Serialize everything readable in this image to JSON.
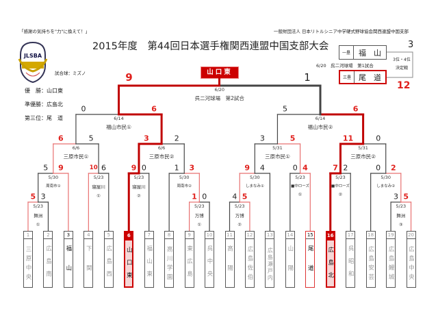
{
  "header": {
    "slogan": "「感謝の気持ちを\"力\"に換えて！」",
    "organization": "一般財団法人 日本リトルシニア中学硬式野球協会関西連盟中国支部",
    "title": "2015年度　第44回日本選手権関西連盟中国支部大会",
    "ball": "試合球：ミズノ",
    "logo_text": "JLSBA"
  },
  "results": [
    {
      "label": "優　勝",
      "value": "山口東"
    },
    {
      "label": "準優勝",
      "value": "広島北"
    },
    {
      "label": "第三位",
      "value": "尾　道"
    }
  ],
  "third_place": {
    "info": "6/20　呉二河球場　第1試合",
    "label_1": "3位・4位",
    "label_2": "決定戦",
    "teams": [
      {
        "side": "一塁",
        "name": "福　山",
        "score": "3",
        "winner": false
      },
      {
        "side": "三塁",
        "name": "尾　道",
        "score": "12",
        "winner": true
      }
    ]
  },
  "champion": "山口東",
  "teams": [
    {
      "num": "1",
      "name": "三原中央"
    },
    {
      "num": "2",
      "name": "広島南"
    },
    {
      "num": "3",
      "name": "福山"
    },
    {
      "num": "4",
      "name": "下関"
    },
    {
      "num": "5",
      "name": "広島西"
    },
    {
      "num": "6",
      "name": "山口東"
    },
    {
      "num": "7",
      "name": "福山東"
    },
    {
      "num": "8",
      "name": "高川学園"
    },
    {
      "num": "9",
      "name": "東広島"
    },
    {
      "num": "10",
      "name": "呉中央"
    },
    {
      "num": "11",
      "name": "高陽"
    },
    {
      "num": "12",
      "name": "広島佐伯"
    },
    {
      "num": "13",
      "name": "広島瀬戸内"
    },
    {
      "num": "14",
      "name": "山陽"
    },
    {
      "num": "15",
      "name": "尾道"
    },
    {
      "num": "16",
      "name": "広島北"
    },
    {
      "num": "17",
      "name": "呉昭和"
    },
    {
      "num": "18",
      "name": "広島安芸"
    },
    {
      "num": "19",
      "name": "広島鯉城"
    },
    {
      "num": "20",
      "name": "広島中央"
    }
  ],
  "games": [
    {
      "date": "5/23",
      "venue": "舞洲",
      "num": "①",
      "score_l": "5",
      "score_r": "3",
      "winner": "left"
    },
    {
      "date": "5/30",
      "venue": "周南市①",
      "num": "",
      "score_l": "5",
      "score_r": "9",
      "winner": "right"
    },
    {
      "date": "5/23",
      "venue": "寝屋川",
      "num": "①",
      "score_l": "10",
      "score_r": "6",
      "winner": "left"
    },
    {
      "date": "6/6",
      "venue": "三原市民①",
      "num": "",
      "score_l": "6",
      "score_r": "5",
      "winner": "left"
    },
    {
      "date": "5/23",
      "venue": "寝屋川",
      "num": "②",
      "score_l": "9",
      "score_r": "0",
      "winner": "left"
    },
    {
      "date": "5/23",
      "venue": "万博",
      "num": "①",
      "score_l": "1",
      "score_r": "0",
      "winner": "left"
    },
    {
      "date": "5/30",
      "venue": "周南市②",
      "num": "",
      "score_l": "1",
      "score_r": "3",
      "winner": "right"
    },
    {
      "date": "6/6",
      "venue": "三原市民②",
      "num": "",
      "score_l": "3",
      "score_r": "2",
      "winner": "left"
    },
    {
      "date": "6/14",
      "venue": "福山市民①",
      "num": "",
      "score_l": "0",
      "score_r": "6",
      "winner": "right"
    },
    {
      "date": "5/23",
      "venue": "万博",
      "num": "②",
      "score_l": "4",
      "score_r": "5",
      "winner": "right"
    },
    {
      "date": "5/30",
      "venue": "しまなみ①",
      "num": "",
      "score_l": "9",
      "score_r": "4",
      "winner": "left"
    },
    {
      "date": "5/23",
      "venue": "■中ローズ",
      "num": "①",
      "score_l": "0",
      "score_r": "4",
      "winner": "right"
    },
    {
      "date": "5/31",
      "venue": "三原市民①",
      "num": "",
      "score_l": "3",
      "score_r": "5",
      "winner": "right"
    },
    {
      "date": "5/23",
      "venue": "■中ローズ",
      "num": "②",
      "score_l": "7",
      "score_r": "2",
      "winner": "left"
    },
    {
      "date": "5/23",
      "venue": "舞洲",
      "num": "③",
      "score_l": "3",
      "score_r": "5",
      "winner": "right"
    },
    {
      "date": "5/30",
      "venue": "しまなみ②",
      "num": "",
      "score_l": "0",
      "score_r": "2",
      "winner": "right"
    },
    {
      "date": "5/31",
      "venue": "三原市民②",
      "num": "",
      "score_l": "11",
      "score_r": "0",
      "winner": "left"
    },
    {
      "date": "6/14",
      "venue": "福山市民②",
      "num": "",
      "score_l": "5",
      "score_r": "6",
      "winner": "right"
    },
    {
      "date": "6/20",
      "venue": "呉二河球場　第2試合",
      "num": "",
      "score_l": "9",
      "score_r": "1",
      "winner": "left"
    }
  ],
  "colors": {
    "red": "#e0201c",
    "dark_red": "#c00000",
    "line": "#444444"
  }
}
